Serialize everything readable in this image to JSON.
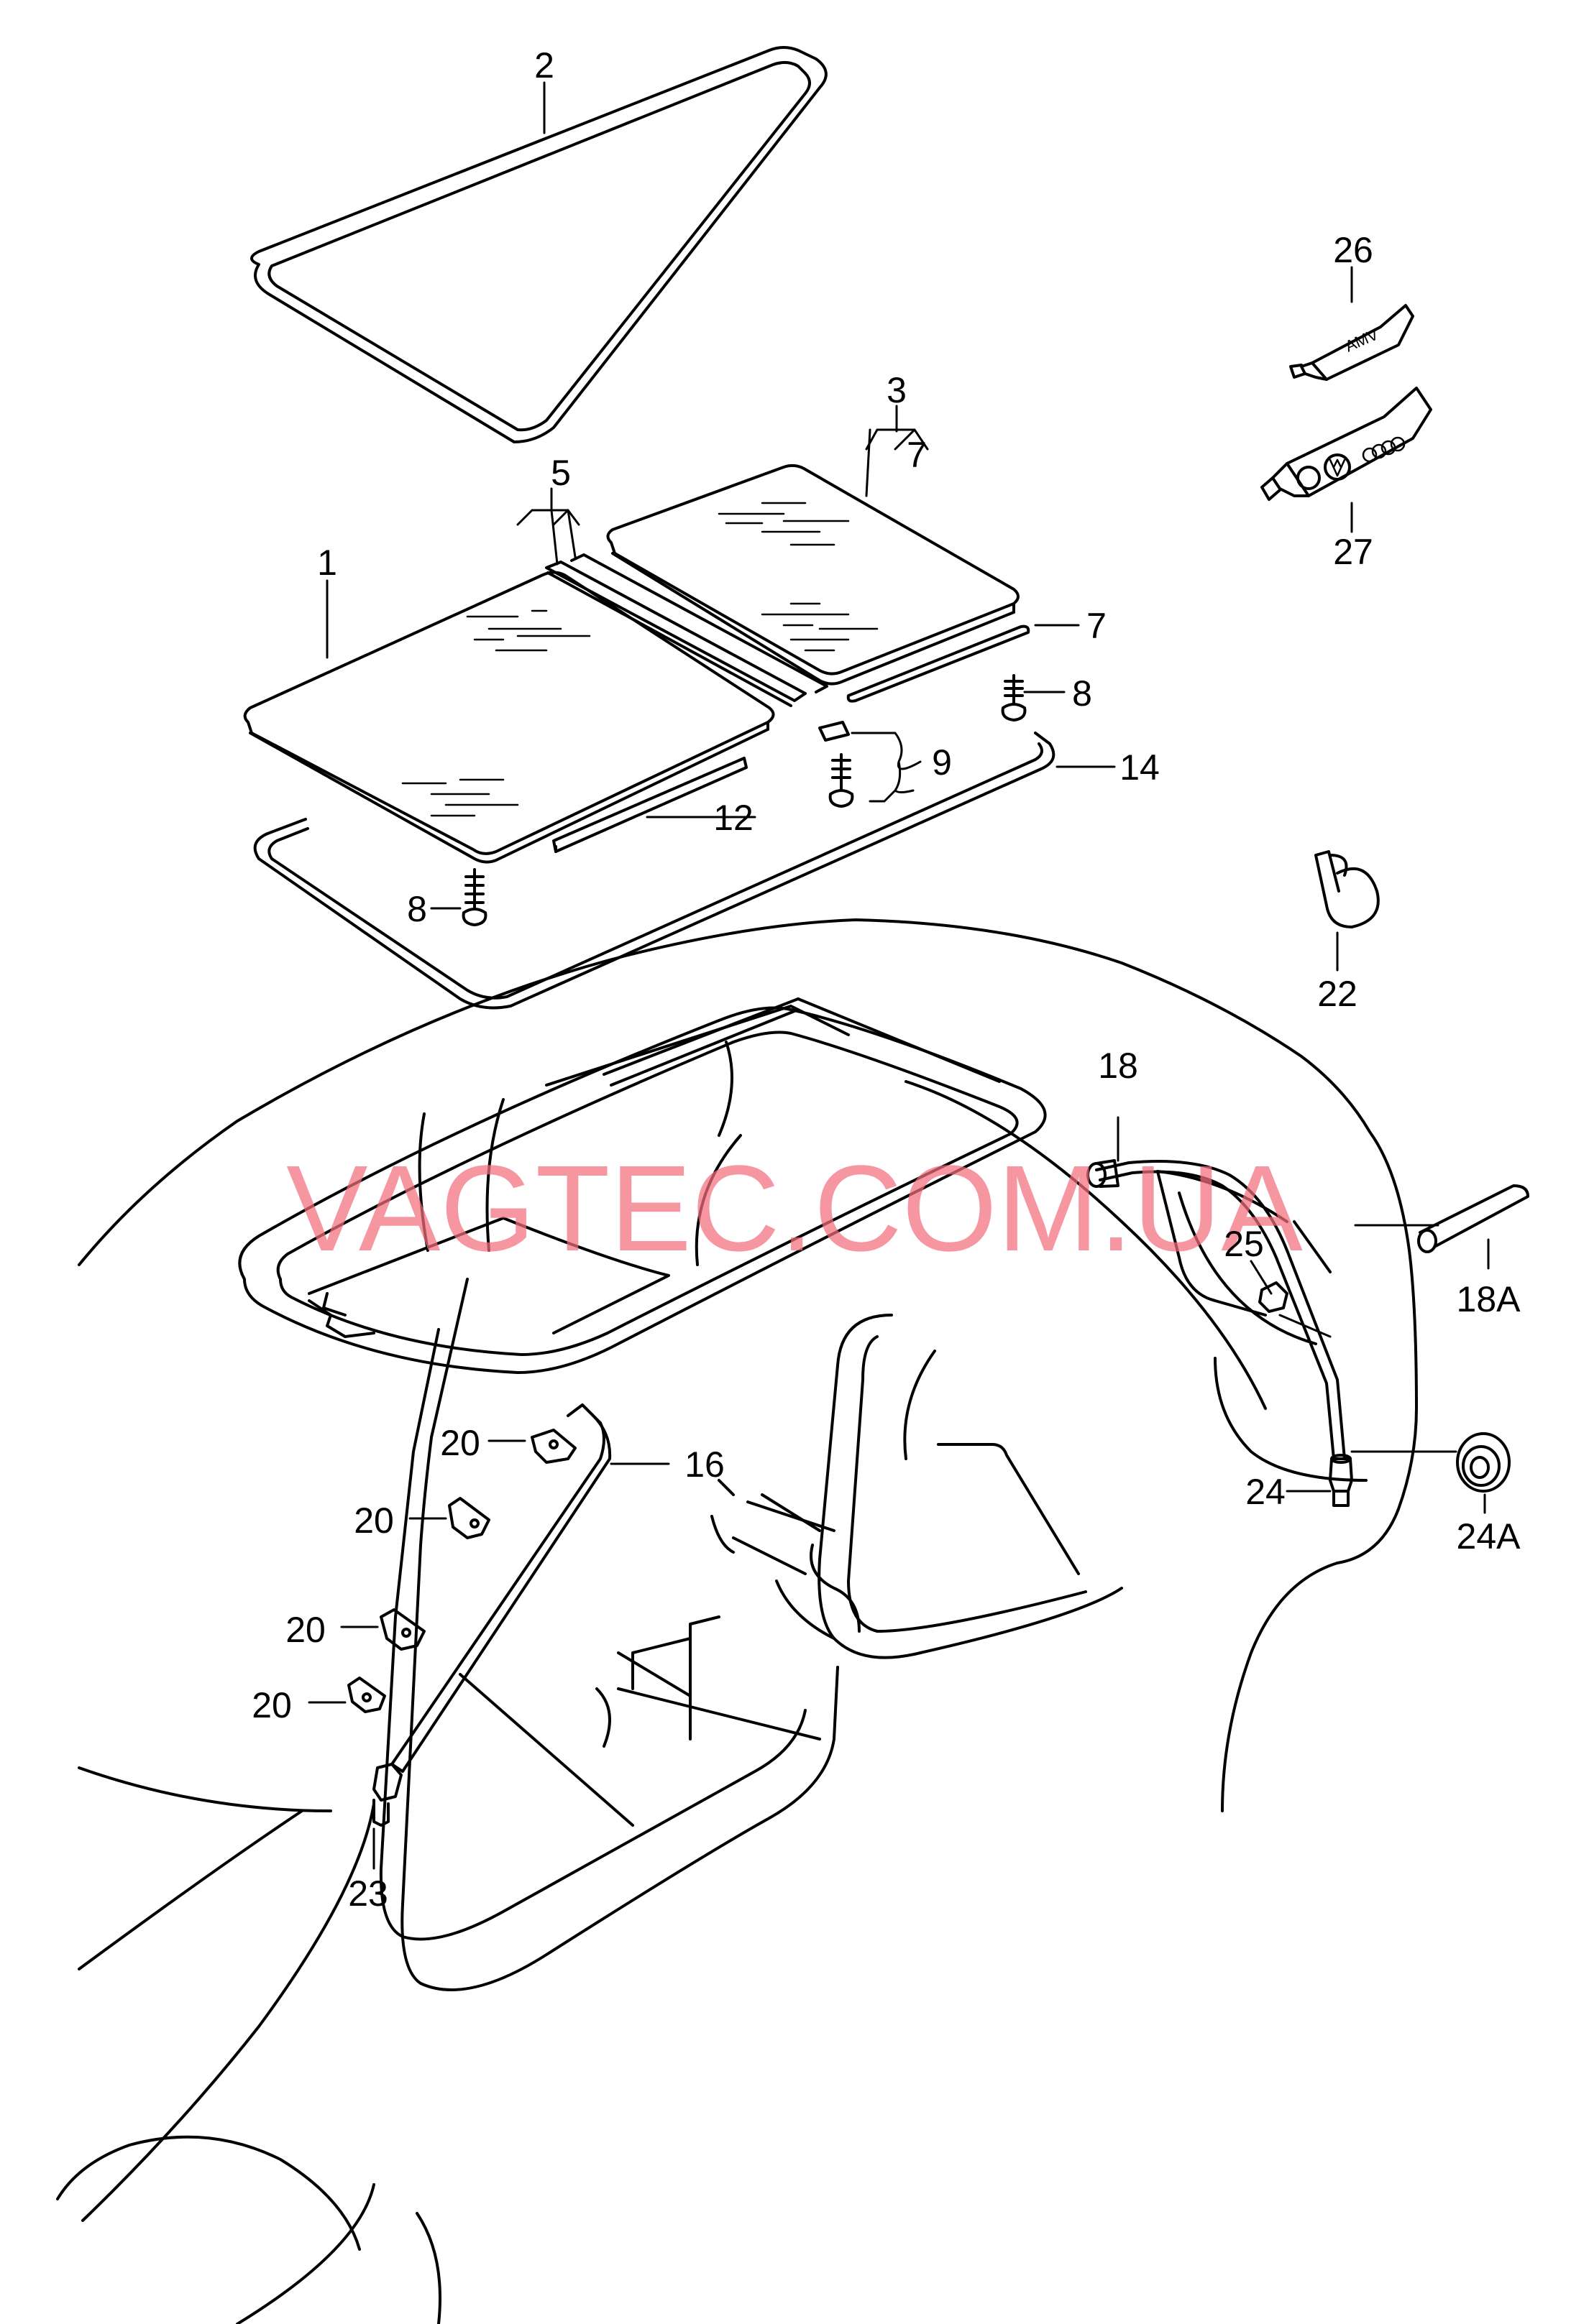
{
  "diagram": {
    "watermark": "VAGTEC.COM.UA",
    "tube_labels": {
      "amv": "AMV"
    },
    "callouts": [
      {
        "key": "c2",
        "text": "2"
      },
      {
        "key": "c3",
        "text": "3"
      },
      {
        "key": "c7a",
        "text": "7"
      },
      {
        "key": "c5",
        "text": "5"
      },
      {
        "key": "c1",
        "text": "1"
      },
      {
        "key": "c7b",
        "text": "7"
      },
      {
        "key": "c8a",
        "text": "8"
      },
      {
        "key": "c9",
        "text": "9"
      },
      {
        "key": "c14",
        "text": "14"
      },
      {
        "key": "c12",
        "text": "12"
      },
      {
        "key": "c8b",
        "text": "8"
      },
      {
        "key": "c26",
        "text": "26"
      },
      {
        "key": "c27",
        "text": "27"
      },
      {
        "key": "c22",
        "text": "22"
      },
      {
        "key": "c18",
        "text": "18"
      },
      {
        "key": "c18A",
        "text": "18A"
      },
      {
        "key": "c25",
        "text": "25"
      },
      {
        "key": "c16",
        "text": "16"
      },
      {
        "key": "c20a",
        "text": "20"
      },
      {
        "key": "c20b",
        "text": "20"
      },
      {
        "key": "c20c",
        "text": "20"
      },
      {
        "key": "c20d",
        "text": "20"
      },
      {
        "key": "c23",
        "text": "23"
      },
      {
        "key": "c24",
        "text": "24"
      },
      {
        "key": "c24A",
        "text": "24A"
      }
    ]
  },
  "colors": {
    "line": "#000000",
    "background": "#ffffff",
    "watermark": "#f26d7d"
  }
}
